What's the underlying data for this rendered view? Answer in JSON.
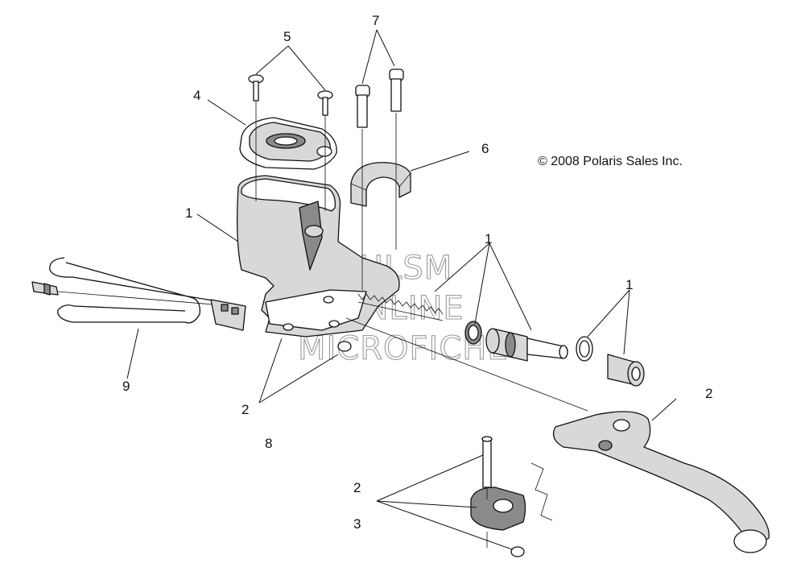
{
  "copyright": "© 2008 Polaris Sales Inc.",
  "watermark": [
    "HLSM",
    "ONLINE",
    "MICROFICHE"
  ],
  "callouts": {
    "c5": "5",
    "c7": "7",
    "c4": "4",
    "c6": "6",
    "c1_reservoir": "1",
    "c1_piston": "1",
    "c1_seal": "1",
    "c9": "9",
    "c2_left": "2",
    "c8": "8",
    "c2_lever": "2",
    "c2_bottom": "2",
    "c3": "3"
  }
}
